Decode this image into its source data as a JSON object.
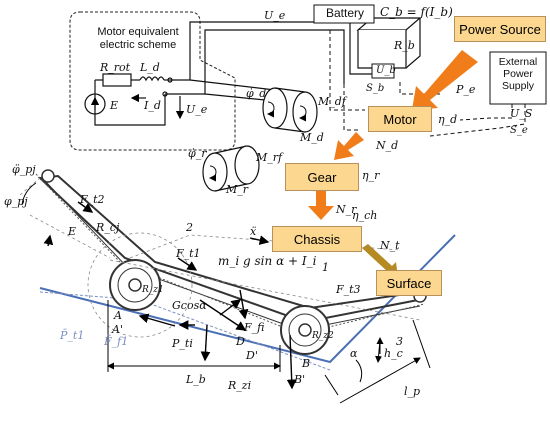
{
  "labels": {
    "motor_scheme": "Motor equivalent\nelectric scheme",
    "battery": "Battery",
    "cb": "C_b = f(I_b)",
    "power_source": "Power Source",
    "external_power": "External\nPower\nSupply",
    "motor": "Motor",
    "gear": "Gear",
    "chassis": "Chassis",
    "surface": "Surface",
    "Ue": "U_e",
    "Rb": "R_b",
    "Ub": "U_b",
    "Sb": "S_b",
    "Pe": "P_e",
    "Us": "U_S",
    "Se": "S_e",
    "eta_d": "η_d",
    "Nd": "N_d",
    "eta_r": "η_r",
    "Nr": "N_r",
    "eta_ch": "η_ch",
    "Nt": "N_t",
    "Rrot": "R_rot",
    "Ld": "L_d",
    "Id": "I_d",
    "E": "E",
    "Ue_motor": "U_e",
    "phi_d": "φ̇_d",
    "Mdf": "M_df",
    "Md": "M_d",
    "Mrf": "M_rf",
    "phi_r": "φ̇_r",
    "Mr": "M_r",
    "phi_pj_dd": "φ̈_pj",
    "phi_pj": "φ_pj",
    "Ft2": "F_t2",
    "Rcj": "R_cj",
    "E_pt": "E",
    "Ft1": "F_t1",
    "two": "2",
    "x_dd": "ẍ",
    "eq": "m_i g sin α + I_i",
    "one": "1",
    "Ft3": "F_t3",
    "Rz1": "R_z1",
    "Gcos": "Gcosα",
    "D": "D",
    "Rz2": "R_z2",
    "A": "A",
    "Aprime": "A'",
    "P1": "P̄_t1",
    "Ff1": "F̄_f1",
    "Pt": "P_ti",
    "Fr": "F_fi",
    "Dprime": "D'",
    "B": "B",
    "Bprime": "B'",
    "alpha": "α",
    "hc": "h_c",
    "three": "3",
    "Lb": "L_b",
    "Rzi": "R_zi",
    "lp": "l_p"
  },
  "colors": {
    "box_fill": "#fcd78f",
    "arrow_orange": "#f07d1a",
    "surface_blue": "#4a6fb5",
    "text_blue": "#7d8fc4"
  }
}
